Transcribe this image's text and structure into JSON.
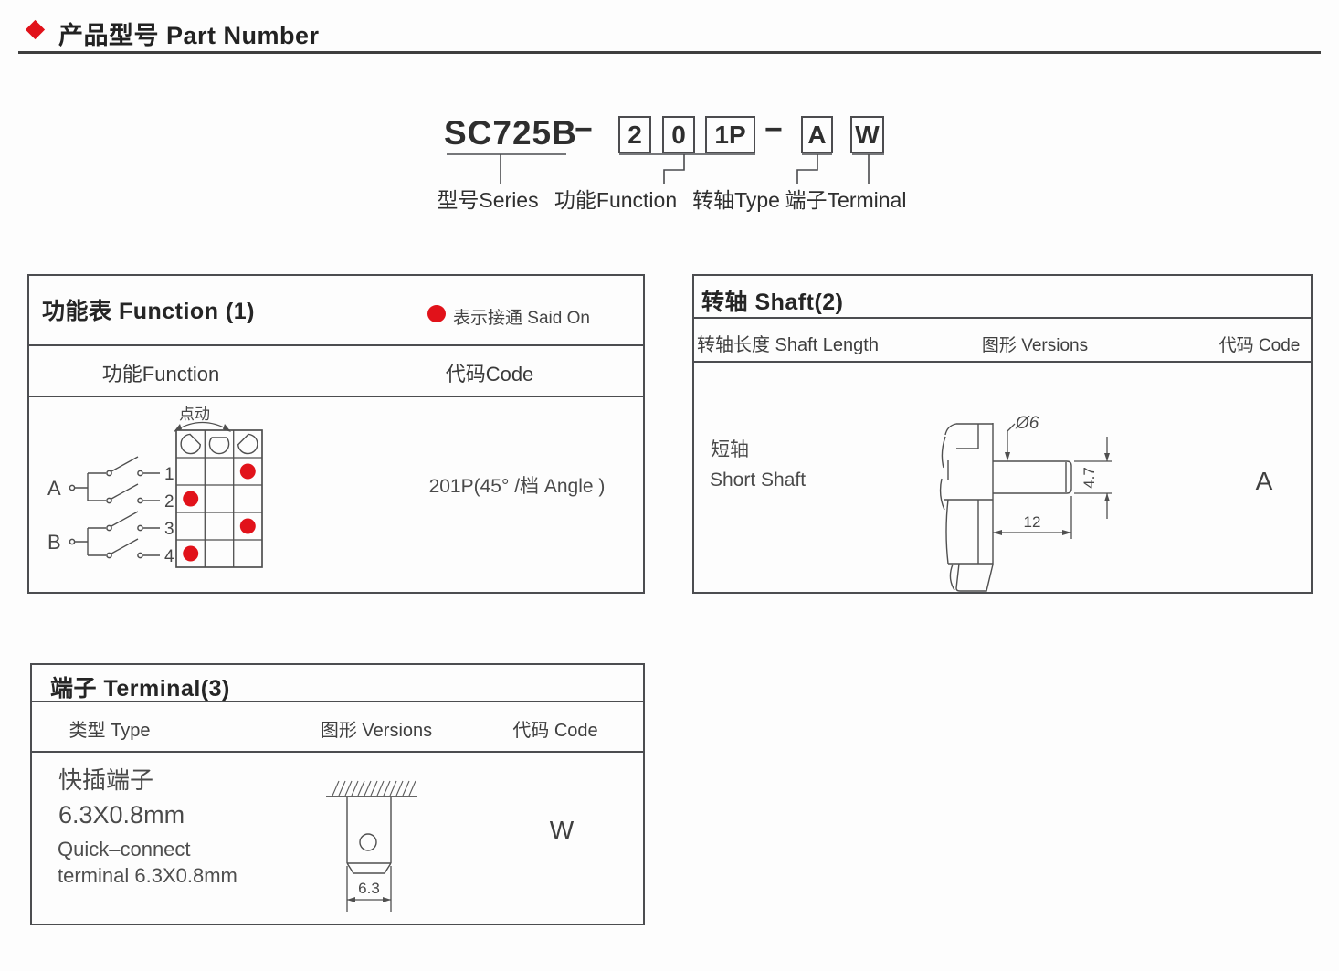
{
  "colors": {
    "accent_red": "#e1121a",
    "line": "#4c4d50"
  },
  "header": {
    "title": "产品型号 Part Number"
  },
  "part_number": {
    "series": "SC725B",
    "separator": "−",
    "function_digits": [
      "2",
      "0",
      "1P"
    ],
    "shaft_code": "A",
    "terminal_code": "W",
    "label_series": "型号Series",
    "label_function": "功能Function",
    "label_shaft": "转轴Type",
    "label_terminal": "端子Terminal"
  },
  "function_box": {
    "title": "功能表  Function (1)",
    "legend_text": "表示接通 Said On",
    "col_function": "功能Function",
    "col_code": "代码Code",
    "jog_label": "点动",
    "pole_a": "A",
    "pole_b": "B",
    "terminals": [
      "1",
      "2",
      "3",
      "4"
    ],
    "grid": {
      "rows": 4,
      "cols": 3,
      "on_dots": [
        [
          0,
          2
        ],
        [
          1,
          0
        ],
        [
          2,
          2
        ],
        [
          3,
          0
        ]
      ]
    },
    "code_value": "201P(45°  /档 Angle )"
  },
  "shaft_box": {
    "title": "转轴 Shaft(2)",
    "col_length": "转轴长度  Shaft Length",
    "col_versions": "图形  Versions",
    "col_code": "代码  Code",
    "length_cn": "短轴",
    "length_en": "Short  Shaft",
    "dim_diameter": "Ø6",
    "dim_flat": "4.7",
    "dim_length": "12",
    "code_value": "A"
  },
  "terminal_box": {
    "title": "端子 Terminal(3)",
    "col_type": "类型 Type",
    "col_versions": "图形  Versions",
    "col_code": "代码  Code",
    "type_cn": "快插端子",
    "type_size": "6.3X0.8mm",
    "type_en1": "Quick–connect",
    "type_en2": "terminal 6.3X0.8mm",
    "dim_width": "6.3",
    "code_value": "W"
  }
}
